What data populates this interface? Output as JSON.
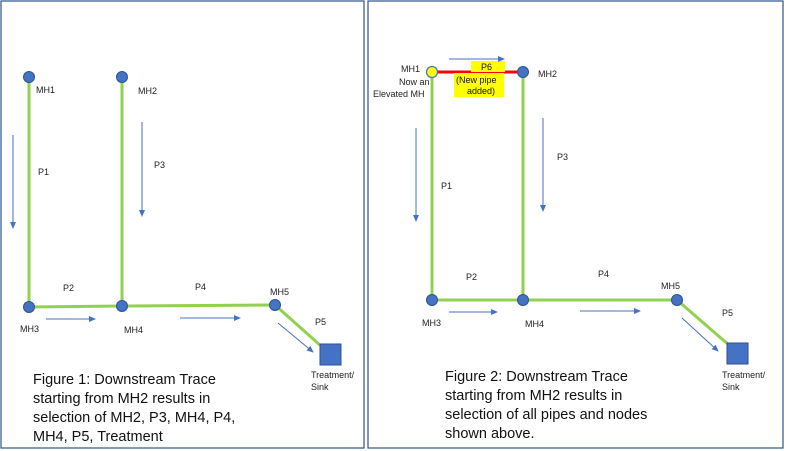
{
  "colors": {
    "pipe": "#92d050",
    "new_pipe": "#ff0000",
    "node": "#4472c4",
    "node_stroke": "#2f528f",
    "elevated_node": "#ffff00",
    "elevated_stroke": "#4472c4",
    "arrow": "#4472c4",
    "highlight": "#ffff00",
    "frame": "#2f528f"
  },
  "figure1": {
    "nodes": {
      "mh1": "MH1",
      "mh2": "MH2",
      "mh3": "MH3",
      "mh4": "MH4",
      "mh5": "MH5"
    },
    "pipes": {
      "p1": "P1",
      "p2": "P2",
      "p3": "P3",
      "p4": "P4",
      "p5": "P5"
    },
    "sink": {
      "line1": "Treatment/",
      "line2": "Sink"
    },
    "caption": [
      "Figure 1: Downstream Trace",
      "starting from MH2 results in",
      "selection of MH2, P3, MH4, P4,",
      "MH4, P5, Treatment"
    ]
  },
  "figure2": {
    "nodes": {
      "mh1": "MH1",
      "mh2": "MH2",
      "mh3": "MH3",
      "mh4": "MH4",
      "mh5": "MH5"
    },
    "elevated_note": {
      "line1": "Now an",
      "line2": "Elevated MH"
    },
    "pipes": {
      "p1": "P1",
      "p2": "P2",
      "p3": "P3",
      "p4": "P4",
      "p5": "P5"
    },
    "new_pipe": {
      "name": "P6",
      "note1": "(New pipe",
      "note2": "added)"
    },
    "sink": {
      "line1": "Treatment/",
      "line2": "Sink"
    },
    "caption": [
      "Figure 2: Downstream Trace",
      "starting from MH2 results in",
      "selection of all pipes and nodes",
      "shown above."
    ]
  }
}
